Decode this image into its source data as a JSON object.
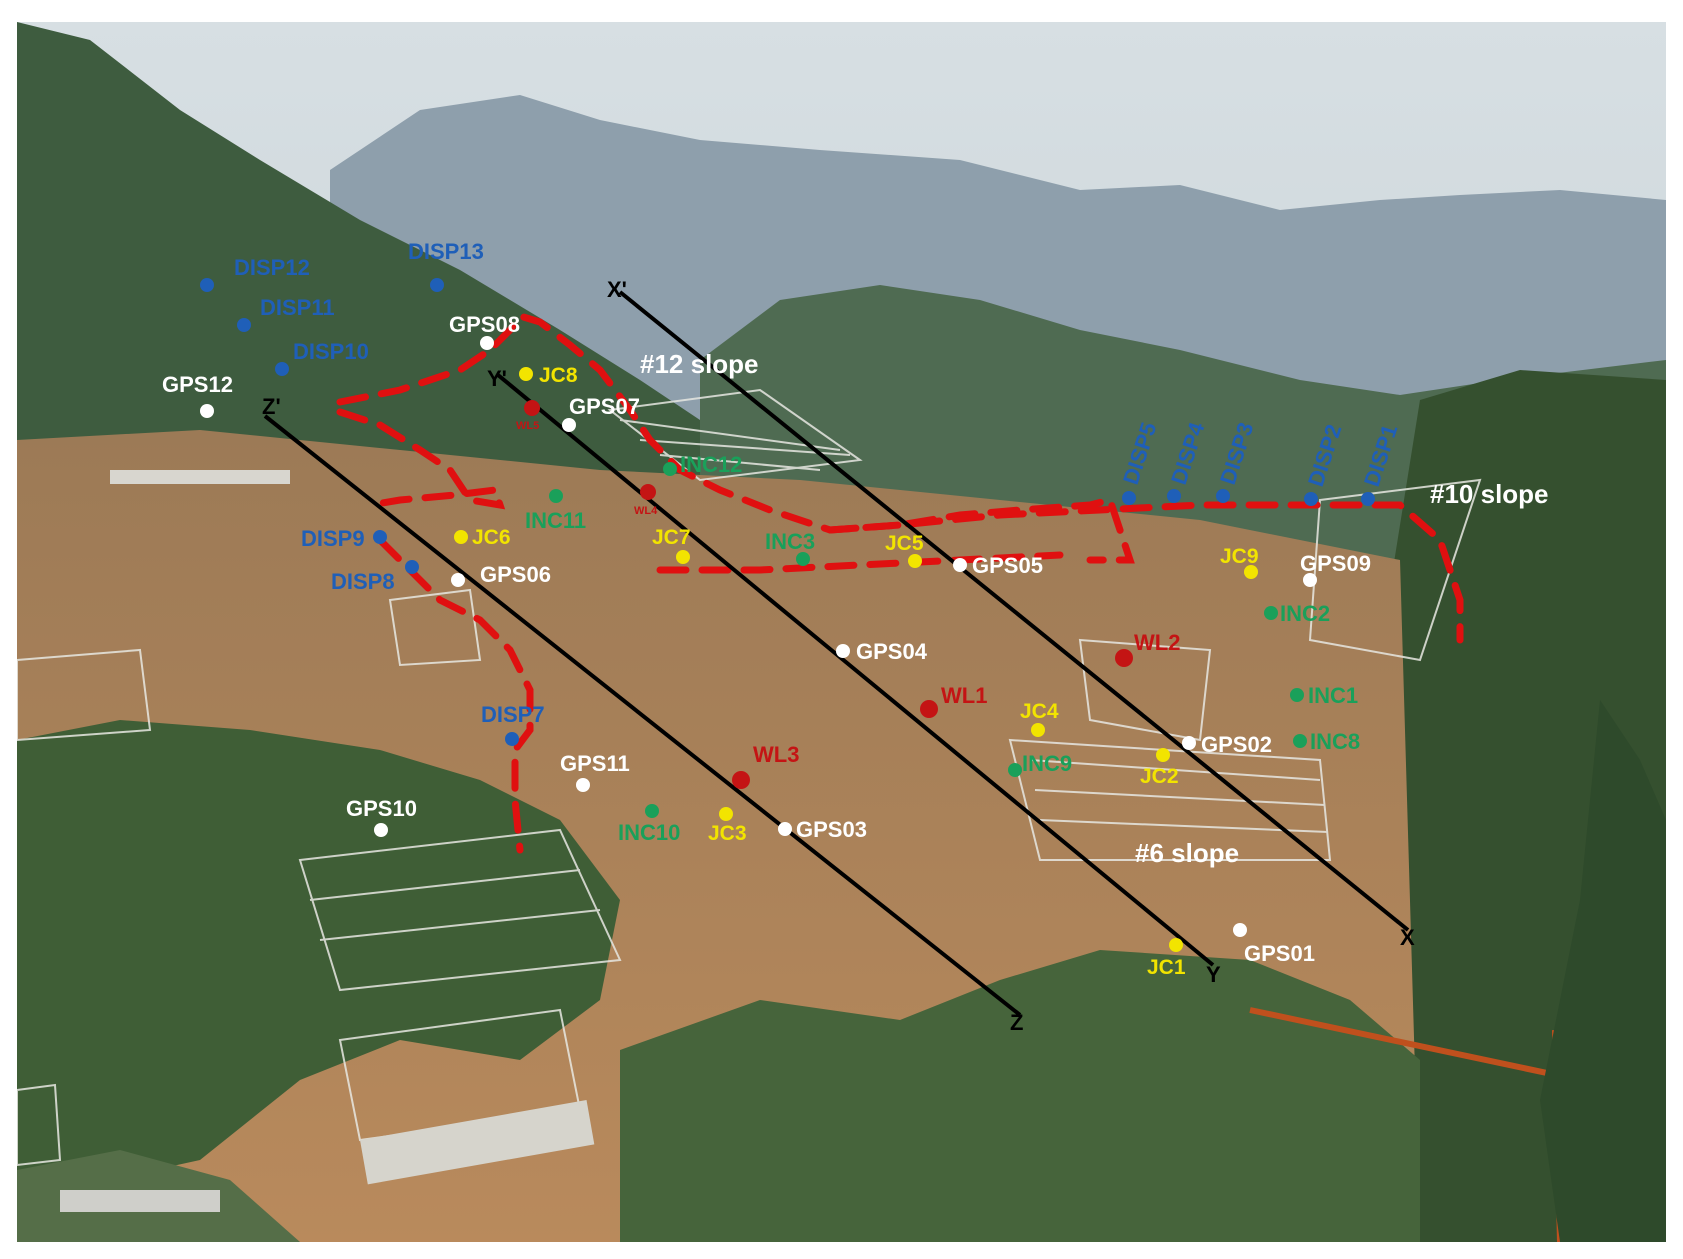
{
  "slopes": {
    "s12": "#12 slope",
    "s10": "#10 slope",
    "s6": "#6 slope"
  },
  "sections": {
    "x": "X",
    "x_prime": "X'",
    "y": "Y",
    "y_prime": "Y'",
    "z": "Z",
    "z_prime": "Z'"
  },
  "gps": {
    "p01": "GPS01",
    "p02": "GPS02",
    "p03": "GPS03",
    "p04": "GPS04",
    "p05": "GPS05",
    "p06": "GPS06",
    "p07": "GPS07",
    "p08": "GPS08",
    "p09": "GPS09",
    "p10": "GPS10",
    "p11": "GPS11",
    "p12": "GPS12"
  },
  "disp": {
    "d1": "DISP1",
    "d2": "DISP2",
    "d3": "DISP3",
    "d4": "DISP4",
    "d5": "DISP5",
    "d7": "DISP7",
    "d8": "DISP8",
    "d9": "DISP9",
    "d10": "DISP10",
    "d11": "DISP11",
    "d12": "DISP12",
    "d13": "DISP13"
  },
  "inc": {
    "i1": "INC1",
    "i2": "INC2",
    "i3": "INC3",
    "i8": "INC8",
    "i9": "INC9",
    "i10": "INC10",
    "i11": "INC11",
    "i12": "INC12"
  },
  "jc": {
    "j1": "JC1",
    "j2": "JC2",
    "j3": "JC3",
    "j4": "JC4",
    "j5": "JC5",
    "j6": "JC6",
    "j7": "JC7",
    "j8": "JC8",
    "j9": "JC9"
  },
  "wl": {
    "w1": "WL1",
    "w2": "WL2",
    "w3": "WL3",
    "w4": "WL4",
    "w5": "WL5"
  },
  "colors": {
    "gps": "#ffffff",
    "disp": "#1f5fb8",
    "inc": "#1aa05a",
    "jc": "#f2e400",
    "wl": "#c41414",
    "boundary": "#e01010",
    "section_line": "#000000"
  }
}
